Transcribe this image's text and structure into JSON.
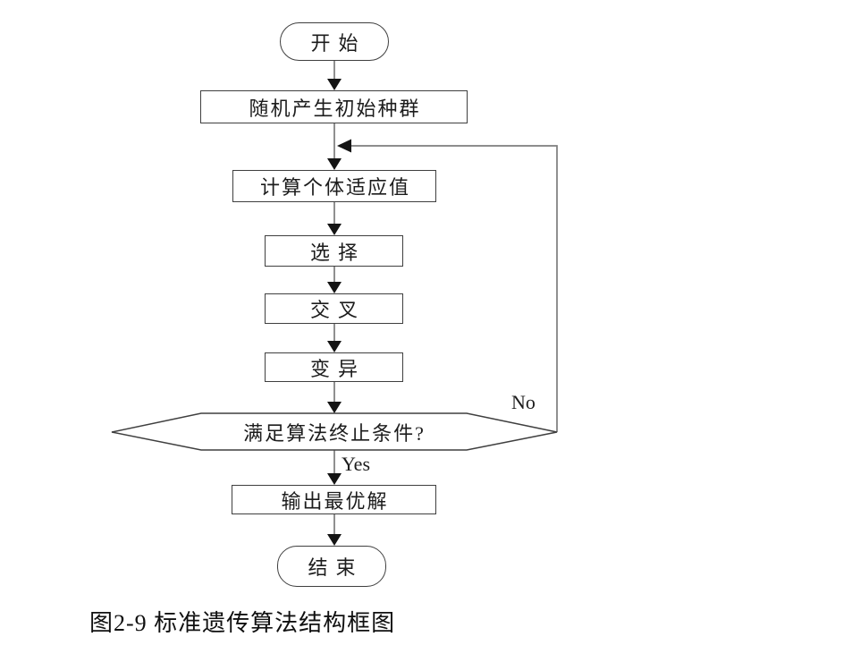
{
  "figure": {
    "caption": "图2-9 标准遗传算法结构框图"
  },
  "flowchart": {
    "nodes": {
      "start": {
        "label": "开始",
        "shape": "terminator"
      },
      "init": {
        "label": "随机产生初始种群",
        "shape": "process"
      },
      "fitness": {
        "label": "计算个体适应值",
        "shape": "process"
      },
      "select": {
        "label": "选择",
        "shape": "process"
      },
      "crossover": {
        "label": "交叉",
        "shape": "process"
      },
      "mutation": {
        "label": "变异",
        "shape": "process"
      },
      "decision": {
        "label": "满足算法终止条件?",
        "shape": "decision-hexagon"
      },
      "output": {
        "label": "输出最优解",
        "shape": "process"
      },
      "end": {
        "label": "结束",
        "shape": "terminator"
      }
    },
    "branch_labels": {
      "yes": "Yes",
      "no": "No"
    },
    "edges": [
      {
        "from": "start",
        "to": "init",
        "label": ""
      },
      {
        "from": "init",
        "to": "fitness",
        "label": ""
      },
      {
        "from": "fitness",
        "to": "select",
        "label": ""
      },
      {
        "from": "select",
        "to": "crossover",
        "label": ""
      },
      {
        "from": "crossover",
        "to": "mutation",
        "label": ""
      },
      {
        "from": "mutation",
        "to": "decision",
        "label": ""
      },
      {
        "from": "decision",
        "to": "output",
        "label": "Yes"
      },
      {
        "from": "decision",
        "to": "fitness",
        "label": "No"
      },
      {
        "from": "output",
        "to": "end",
        "label": ""
      }
    ]
  },
  "colors": {
    "background": "#ffffff",
    "shape_border": "#3f3f3f",
    "connector": "#7d7d7d",
    "arrowhead": "#141414",
    "text_color": "#1c1c1c"
  }
}
